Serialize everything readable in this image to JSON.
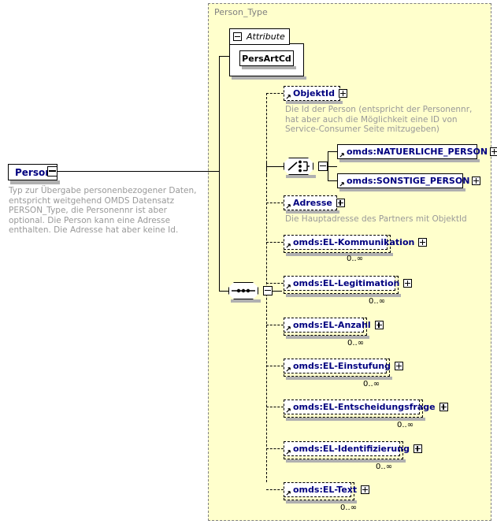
{
  "diagram": {
    "kind": "xsd-schema-tree",
    "type_panel_title": "Person_Type",
    "root": {
      "name": "Person",
      "collapse_icon": "minus-box",
      "annotation": "Typ zur Übergabe personenbezogener Daten, entspricht weitgehend OMDS Datensatz PERSON_Type, die Personennr ist aber optional. Die Person kann eine Adresse enthalten. Die Adresse hat aber keine Id."
    },
    "attribute_group": {
      "label": "Attribute",
      "collapse_icon": "minus-box",
      "attributes": [
        {
          "name": "PersArtCd"
        }
      ]
    },
    "compositors": {
      "choice": {
        "icon": "choice-octagon",
        "collapse_icon": "minus-box"
      },
      "sequence": {
        "icon": "sequence-octagon",
        "collapse_icon": "minus-box"
      }
    },
    "elements": [
      {
        "name": "ObjektId",
        "border": "dashed",
        "expand_icon": "plus-box",
        "annotation": "Die Id der Person (entspricht der Personennr, hat aber auch die Möglichkeit eine ID von Service-Consumer Seite mitzugeben)",
        "cardinality": ""
      },
      {
        "name": "omds:NATUERLICHE_PERSON",
        "border": "solid",
        "expand_icon": "plus-box",
        "annotation": "",
        "cardinality": ""
      },
      {
        "name": "omds:SONSTIGE_PERSON",
        "border": "solid",
        "expand_icon": "plus-box",
        "annotation": "",
        "cardinality": ""
      },
      {
        "name": "Adresse",
        "border": "dashed",
        "expand_icon": "plus-box",
        "annotation": "Die Hauptadresse des Partners mit ObjektId",
        "cardinality": ""
      },
      {
        "name": "omds:EL-Kommunikation",
        "border": "dashed",
        "expand_icon": "plus-box",
        "annotation": "",
        "cardinality": "0..∞"
      },
      {
        "name": "omds:EL-Legitimation",
        "border": "dashed",
        "expand_icon": "plus-box",
        "annotation": "",
        "cardinality": "0..∞"
      },
      {
        "name": "omds:EL-Anzahl",
        "border": "dashed",
        "expand_icon": "plus-box",
        "annotation": "",
        "cardinality": "0..∞"
      },
      {
        "name": "omds:EL-Einstufung",
        "border": "dashed",
        "expand_icon": "plus-box",
        "annotation": "",
        "cardinality": "0..∞"
      },
      {
        "name": "omds:EL-Entscheidungsfrage",
        "border": "dashed",
        "expand_icon": "plus-box",
        "annotation": "",
        "cardinality": "0..∞"
      },
      {
        "name": "omds:EL-Identifizierung",
        "border": "dashed",
        "expand_icon": "plus-box",
        "annotation": "",
        "cardinality": "0..∞"
      },
      {
        "name": "omds:EL-Text",
        "border": "dashed",
        "expand_icon": "plus-box",
        "annotation": "",
        "cardinality": "0..∞"
      }
    ],
    "colors": {
      "panel_fill": "#ffffcc",
      "panel_border": "#808080",
      "element_label": "#000080",
      "annotation_text": "#999999",
      "line": "#000000",
      "shadow": "#b0b0b0"
    }
  }
}
